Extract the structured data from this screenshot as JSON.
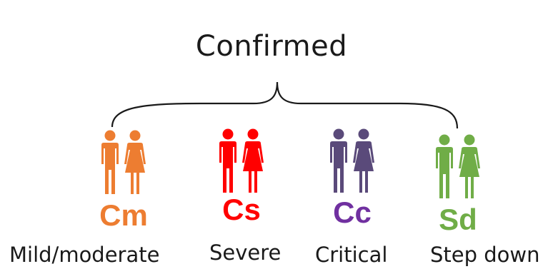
{
  "title": "Confirmed",
  "groups": [
    {
      "code": "Cm",
      "label": "Mild/moderate",
      "color": "#ed7d31",
      "icon": "couple-icon"
    },
    {
      "code": "Cs",
      "label": "Severe",
      "color": "#ff0000",
      "icon": "couple-icon"
    },
    {
      "code": "Cc",
      "label": "Critical",
      "color": "#5a4a7a",
      "code_color": "#7030a0",
      "icon": "couple-icon"
    },
    {
      "code": "Sd",
      "label": "Step down",
      "color": "#70ad47",
      "icon": "couple-icon"
    }
  ]
}
